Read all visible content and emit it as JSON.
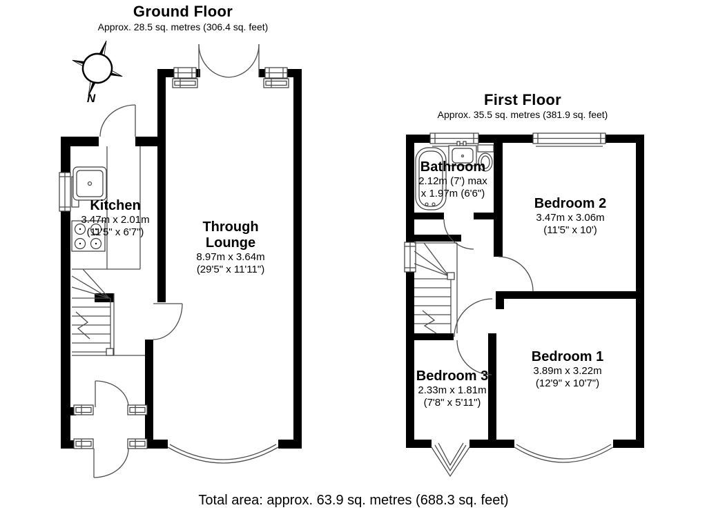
{
  "ground_floor": {
    "title": "Ground Floor",
    "subtitle": "Approx. 28.5 sq. metres (306.4 sq. feet)",
    "rooms": [
      {
        "name": "Kitchen",
        "dim_metric": "3.47m x 2.01m",
        "dim_imperial": "(11'5\" x 6'7\")"
      },
      {
        "name": "Through Lounge",
        "dim_metric": "8.97m x 3.64m",
        "dim_imperial": "(29'5\" x 11'11\")"
      }
    ]
  },
  "first_floor": {
    "title": "First Floor",
    "subtitle": "Approx. 35.5 sq. metres (381.9 sq. feet)",
    "rooms": [
      {
        "name": "Bathroom",
        "dim_metric": "2.12m (7') max",
        "dim_imperial": "x 1.97m (6'6\")"
      },
      {
        "name": "Bedroom 2",
        "dim_metric": "3.47m x 3.06m",
        "dim_imperial": "(11'5\" x 10')"
      },
      {
        "name": "Bedroom 1",
        "dim_metric": "3.89m x 3.22m",
        "dim_imperial": "(12'9\" x 10'7\")"
      },
      {
        "name": "Bedroom 3",
        "dim_metric": "2.33m x 1.81m",
        "dim_imperial": "(7'8\" x 5'11\")"
      }
    ]
  },
  "compass": {
    "label": "N"
  },
  "footer": {
    "total": "Total area: approx. 63.9 sq. metres (688.3 sq. feet)"
  },
  "colors": {
    "wall": "#000000",
    "line": "#4d4d4d",
    "background": "#ffffff"
  }
}
